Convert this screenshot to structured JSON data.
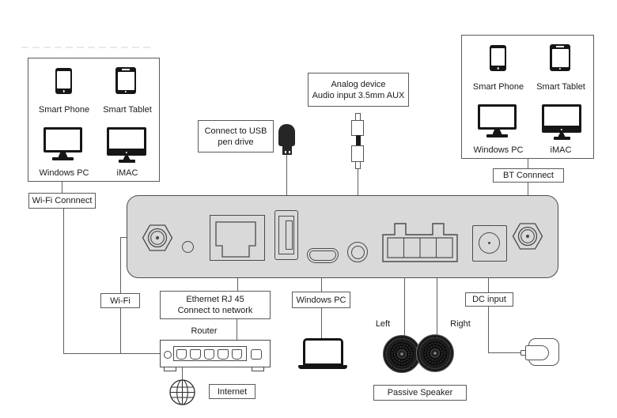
{
  "colors": {
    "panel_fill": "#d9d9d9",
    "outline": "#4d4d4d",
    "connector_line": "#5f5f5f",
    "text": "#1a1a1a",
    "icon_black": "#161616"
  },
  "left_group": {
    "connect_label": "Wi-Fi Connnect",
    "items": [
      {
        "icon": "smartphone-icon",
        "label": "Smart Phone"
      },
      {
        "icon": "tablet-icon",
        "label": "Smart Tablet"
      },
      {
        "icon": "desktop-monitor-icon",
        "label": "Windows PC"
      },
      {
        "icon": "imac-icon",
        "label": "iMAC"
      }
    ]
  },
  "right_group": {
    "connect_label": "BT Connnect",
    "items": [
      {
        "icon": "smartphone-icon",
        "label": "Smart Phone"
      },
      {
        "icon": "tablet-icon",
        "label": "Smart Tablet"
      },
      {
        "icon": "desktop-monitor-icon",
        "label": "Windows PC"
      },
      {
        "icon": "imac-icon",
        "label": "iMAC"
      }
    ]
  },
  "callouts": {
    "usb_line1": "Connect to USB",
    "usb_line2": "pen drive",
    "aux_line1": "Analog device",
    "aux_line2": "Audio input 3.5mm AUX"
  },
  "port_labels": {
    "wifi": "Wi-Fi",
    "ethernet_line1": "Ethernet RJ 45",
    "ethernet_line2": "Connect to network",
    "windows_pc": "Windows PC",
    "dc_input": "DC input"
  },
  "bottom": {
    "router": "Router",
    "internet": "Internet",
    "speaker_left": "Left",
    "speaker_right": "Right",
    "passive_speaker": "Passive Speaker"
  }
}
